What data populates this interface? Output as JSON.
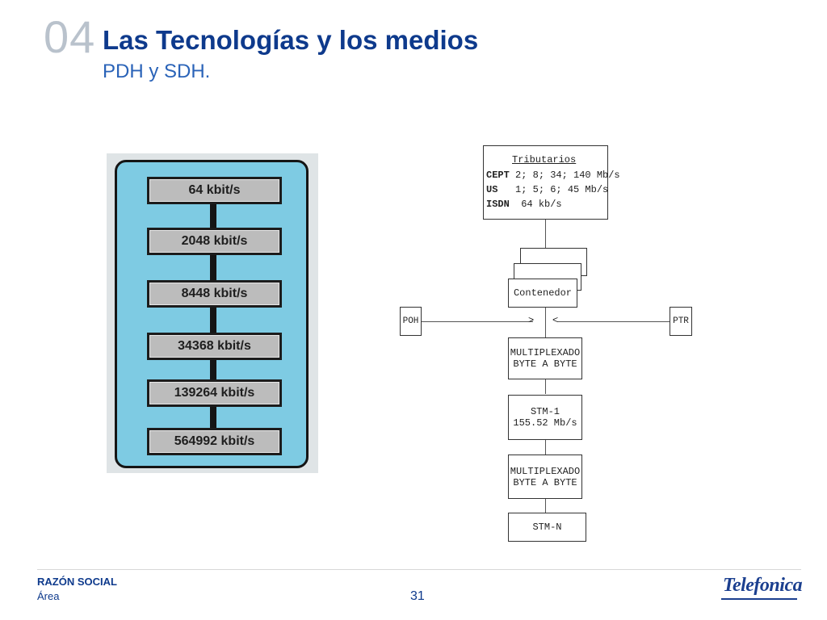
{
  "header": {
    "section_number": "04",
    "title": "Las Tecnologías y los medios",
    "subtitle": "PDH y SDH."
  },
  "pdh": {
    "rates": [
      "64 kbit/s",
      "2048 kbit/s",
      "8448 kbit/s",
      "34368 kbit/s",
      "139264 kbit/s",
      "564992 kbit/s"
    ]
  },
  "sdh": {
    "tributarios_title": "Tributarios",
    "tributarios_rows": [
      {
        "label": "CEPT",
        "value": "2; 8; 34; 140 Mb/s"
      },
      {
        "label": "US",
        "value": "  1; 5; 6; 45 Mb/s"
      },
      {
        "label": "ISDN",
        "value": " 64 kb/s"
      }
    ],
    "contenedor": "Contenedor",
    "poh": "POH",
    "ptr": "PTR",
    "mux1_line1": "MULTIPLEXADO",
    "mux1_line2": "BYTE  A BYTE",
    "stm1_line1": "STM-1",
    "stm1_line2": "155.52 Mb/s",
    "mux2_line1": "MULTIPLEXADO",
    "mux2_line2": "BYTE  A BYTE",
    "stmn": "STM-N"
  },
  "footer": {
    "company": "RAZÓN SOCIAL",
    "area": "Área",
    "page": "31",
    "brand": "Telefonica"
  },
  "colors": {
    "title_blue": "#0e3a8c",
    "subtitle_blue": "#2a63b8",
    "panel_cyan": "#7ecbe3",
    "rate_grey": "#bcbcbc"
  }
}
